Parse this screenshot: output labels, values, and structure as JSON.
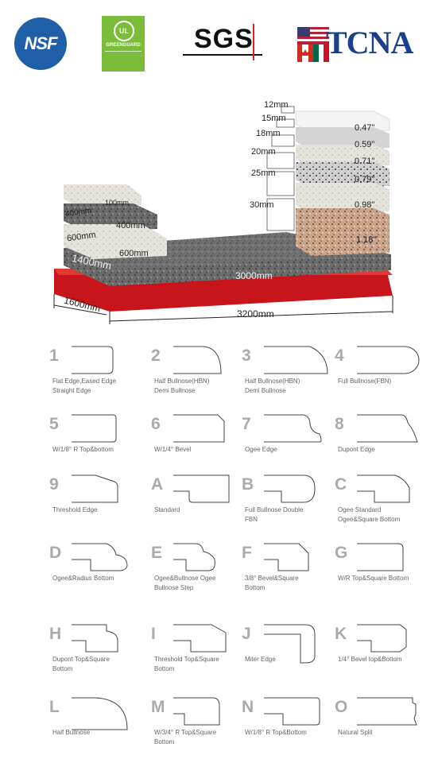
{
  "logos": {
    "nsf": "NSF",
    "greenguard": "GREENGUARD",
    "ul": "UL",
    "sgs": "SGS",
    "tcna": "TCNA"
  },
  "slab_diagram": {
    "thickness_labels_mm": [
      "12mm",
      "15mm",
      "18mm",
      "20mm",
      "25mm",
      "30mm"
    ],
    "thickness_labels_in": [
      "0.47\"",
      "0.59\"",
      "0.71\"",
      "0.79\"",
      "0.98\"",
      "1.18\""
    ],
    "small_pieces": [
      "100mm",
      "400mm",
      "600mm"
    ],
    "small_pieces_side": [
      "400mm",
      "600mm"
    ],
    "slab_width": "1400mm",
    "slab_length": "3000mm",
    "base_width": "1600mm",
    "base_length": "3200mm"
  },
  "edge_profiles": [
    {
      "code": "1",
      "caption": [
        "Flat Edge,Eased Edge",
        "Straight Edge"
      ]
    },
    {
      "code": "2",
      "caption": [
        "Half Bullnose(HBN)",
        "Demi Bullnose"
      ]
    },
    {
      "code": "3",
      "caption": [
        "Half   Bullnose(HBN)",
        "Demi Bullnose"
      ]
    },
    {
      "code": "4",
      "caption": [
        "Full Bullnose(FBN)"
      ]
    },
    {
      "code": "5",
      "caption": [
        "W/1/8°  R Top&bottom"
      ]
    },
    {
      "code": "6",
      "caption": [
        "W/1/4°  Bevel"
      ]
    },
    {
      "code": "7",
      "caption": [
        "Ogee Edge"
      ]
    },
    {
      "code": "8",
      "caption": [
        "Dupont Edge"
      ]
    },
    {
      "code": "9",
      "caption": [
        "Threshold Edge"
      ]
    },
    {
      "code": "A",
      "caption": [
        "Standard"
      ]
    },
    {
      "code": "B",
      "caption": [
        "Full  Bullnose Double",
        "FBN"
      ]
    },
    {
      "code": "C",
      "caption": [
        "Ogee Standard",
        "Ogee&Square Bottom"
      ]
    },
    {
      "code": "D",
      "caption": [
        "Ogee&Radius Bottom"
      ]
    },
    {
      "code": "E",
      "caption": [
        "Ogee&Bullnose Ogee",
        "Bullnose Step"
      ]
    },
    {
      "code": "F",
      "caption": [
        "3/8°  Bevel&Square",
        "Bottom"
      ]
    },
    {
      "code": "G",
      "caption": [
        "W/R Top&Square Bottom"
      ]
    },
    {
      "code": "H",
      "caption": [
        "Dupont Top&Square",
        "Bottom"
      ]
    },
    {
      "code": "I",
      "caption": [
        "Threshold Top&Square",
        "Bottom"
      ]
    },
    {
      "code": "J",
      "caption": [
        "Miter Edge"
      ]
    },
    {
      "code": "K",
      "caption": [
        "1/4°  Bevel top&Bottom"
      ]
    },
    {
      "code": "L",
      "caption": [
        "Half Bullnose"
      ]
    },
    {
      "code": "M",
      "caption": [
        "W/3/4°  R Top&Square",
        "Bottom"
      ]
    },
    {
      "code": "N",
      "caption": [
        "W/1/8°  R Top&Bottom"
      ]
    },
    {
      "code": "O",
      "caption": [
        "Natural Split"
      ]
    }
  ]
}
